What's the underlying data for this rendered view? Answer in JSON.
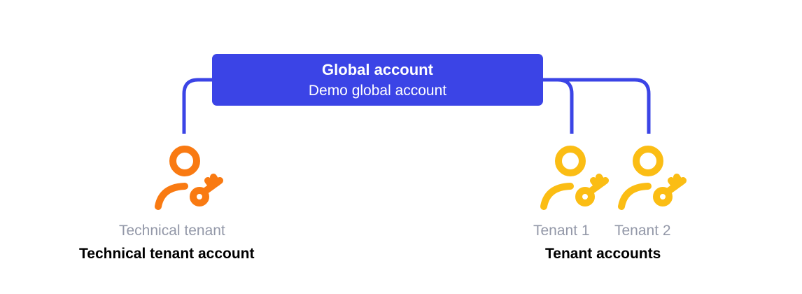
{
  "global_account": {
    "title": "Global account",
    "name": "Demo global account"
  },
  "technical": {
    "tenant_label": "Technical tenant",
    "group_label": "Technical tenant account",
    "icon": "user-key-icon",
    "color": "#f97a12"
  },
  "tenants": {
    "items": [
      {
        "label": "Tenant 1",
        "icon": "user-key-icon"
      },
      {
        "label": "Tenant 2",
        "icon": "user-key-icon"
      }
    ],
    "group_label": "Tenant accounts",
    "color": "#fbbd14"
  },
  "colors": {
    "connector": "#3b44e6",
    "box": "#3b44e6",
    "label_gray": "#9398a8"
  }
}
